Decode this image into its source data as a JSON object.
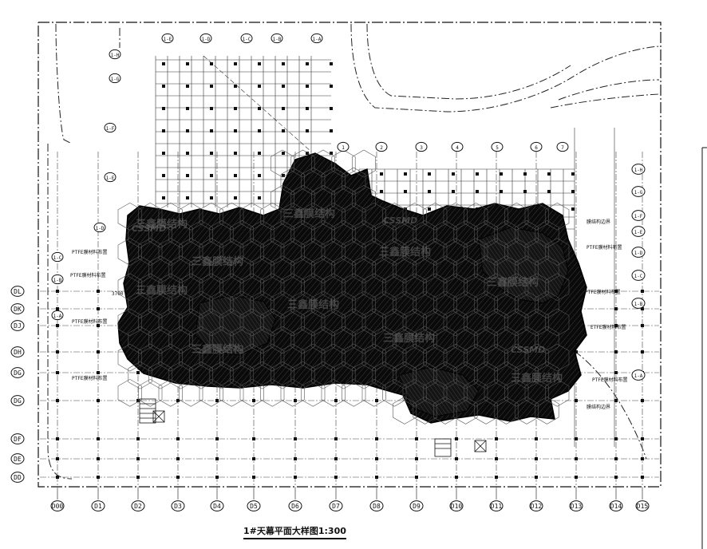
{
  "drawing": {
    "title": "1#天幕平面大样图1:300",
    "watermark": "三鑫膜结构",
    "watermark_logo": "CSSMD",
    "notes": {
      "ptfe": "PTFE膜材料布置",
      "ptfe_alt": "PTFE膜材料布置",
      "etfe": "ETFE膜材料布置",
      "edge": "膜结构边界",
      "dim": "3700"
    }
  },
  "bubbles": {
    "bottom": [
      "D00",
      "D1",
      "D2",
      "D3",
      "D4",
      "D5",
      "D6",
      "D7",
      "D8",
      "D9",
      "D10",
      "D11",
      "D12",
      "D13",
      "D14",
      "D15"
    ],
    "left": [
      "DL",
      "DK",
      "DJ",
      "DH",
      "DG",
      "DG",
      "DF",
      "DE",
      "DD"
    ],
    "top_left": [
      "1-E",
      "1-D",
      "1-C",
      "1-B",
      "1-A"
    ],
    "top_right": [
      "1",
      "2",
      "3",
      "4",
      "5",
      "6",
      "7"
    ],
    "left_upper": [
      "1-H",
      "1-G",
      "1-F",
      "1-E",
      "1-D",
      "1-C",
      "1-B",
      "1-A"
    ],
    "right": [
      "1-H",
      "1-G",
      "1-F",
      "1-E",
      "1-D",
      "1-C",
      "1-B",
      "1-A"
    ]
  }
}
